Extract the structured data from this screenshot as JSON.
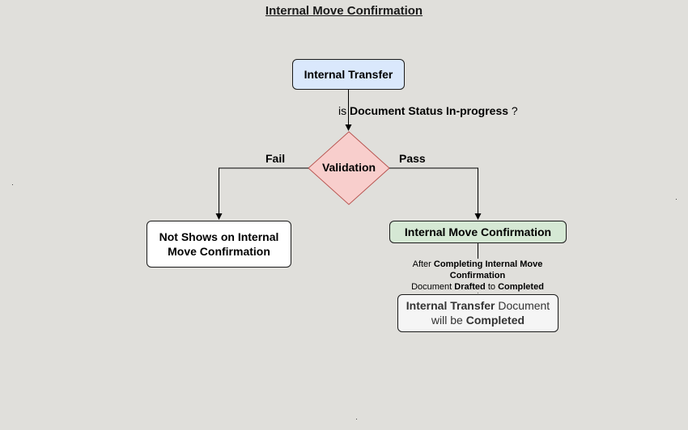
{
  "title": "Internal Move Confirmation",
  "nodes": {
    "internal_transfer": "Internal Transfer",
    "validation": "Validation",
    "not_shows": "Not Shows on Internal Move Confirmation",
    "imc": "Internal Move Confirmation",
    "completed": {
      "part1": "Internal Transfer",
      "part2": " Document will be ",
      "part3": "Completed"
    }
  },
  "edges": {
    "status_question": {
      "prefix": "is ",
      "bold": "Document Status In-progress",
      "suffix": " ?"
    },
    "fail": "Fail",
    "pass": "Pass",
    "after_completing": {
      "t1": "After ",
      "b1": "Completing Internal Move Confirmation",
      "t2": "Document ",
      "b2": "Drafted",
      "t3": " to ",
      "b3": "Completed"
    }
  },
  "colors": {
    "internal_transfer_fill": "#dae8fc",
    "validation_fill": "#f8cecc",
    "imc_fill": "#d5e8d4",
    "completed_fill": "#f5f5f5",
    "not_shows_fill": "#ffffff",
    "background": "#e0dfdb"
  }
}
